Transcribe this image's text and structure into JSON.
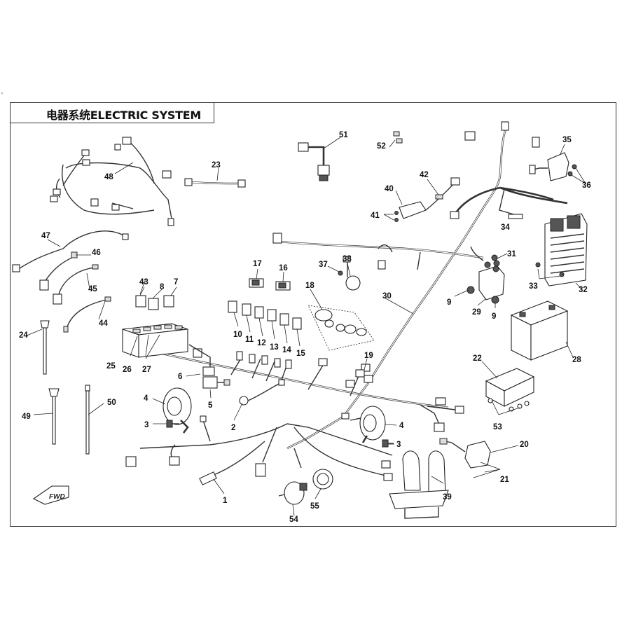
{
  "title": "电器系统ELECTRIC SYSTEM",
  "edge_tick": "'",
  "fwd_label": "FWD",
  "callouts": [
    {
      "id": "c1",
      "label": "1"
    },
    {
      "id": "c2",
      "label": "2"
    },
    {
      "id": "c3a",
      "label": "3"
    },
    {
      "id": "c3b",
      "label": "3"
    },
    {
      "id": "c4a",
      "label": "4"
    },
    {
      "id": "c4b",
      "label": "4"
    },
    {
      "id": "c5",
      "label": "5"
    },
    {
      "id": "c6",
      "label": "6"
    },
    {
      "id": "c7",
      "label": "7"
    },
    {
      "id": "c8",
      "label": "8"
    },
    {
      "id": "c9a",
      "label": "9"
    },
    {
      "id": "c9b",
      "label": "9"
    },
    {
      "id": "c10",
      "label": "10"
    },
    {
      "id": "c11",
      "label": "11"
    },
    {
      "id": "c12",
      "label": "12"
    },
    {
      "id": "c13",
      "label": "13"
    },
    {
      "id": "c14",
      "label": "14"
    },
    {
      "id": "c15",
      "label": "15"
    },
    {
      "id": "c16",
      "label": "16"
    },
    {
      "id": "c17",
      "label": "17"
    },
    {
      "id": "c18",
      "label": "18"
    },
    {
      "id": "c19",
      "label": "19"
    },
    {
      "id": "c20",
      "label": "20"
    },
    {
      "id": "c21",
      "label": "21"
    },
    {
      "id": "c22",
      "label": "22"
    },
    {
      "id": "c23",
      "label": "23"
    },
    {
      "id": "c24",
      "label": "24"
    },
    {
      "id": "c25",
      "label": "25"
    },
    {
      "id": "c26",
      "label": "26"
    },
    {
      "id": "c27",
      "label": "27"
    },
    {
      "id": "c28",
      "label": "28"
    },
    {
      "id": "c29",
      "label": "29"
    },
    {
      "id": "c30",
      "label": "30"
    },
    {
      "id": "c31",
      "label": "31"
    },
    {
      "id": "c32",
      "label": "32"
    },
    {
      "id": "c33",
      "label": "33"
    },
    {
      "id": "c34",
      "label": "34"
    },
    {
      "id": "c35",
      "label": "35"
    },
    {
      "id": "c36",
      "label": "36"
    },
    {
      "id": "c37",
      "label": "37"
    },
    {
      "id": "c38",
      "label": "38"
    },
    {
      "id": "c39",
      "label": "39"
    },
    {
      "id": "c40",
      "label": "40"
    },
    {
      "id": "c41",
      "label": "41"
    },
    {
      "id": "c42",
      "label": "42"
    },
    {
      "id": "c43",
      "label": "43"
    },
    {
      "id": "c44",
      "label": "44"
    },
    {
      "id": "c45",
      "label": "45"
    },
    {
      "id": "c46",
      "label": "46"
    },
    {
      "id": "c47",
      "label": "47"
    },
    {
      "id": "c48",
      "label": "48"
    },
    {
      "id": "c49",
      "label": "49"
    },
    {
      "id": "c50",
      "label": "50"
    },
    {
      "id": "c51",
      "label": "51"
    },
    {
      "id": "c52",
      "label": "52"
    },
    {
      "id": "c53",
      "label": "53"
    },
    {
      "id": "c54",
      "label": "54"
    },
    {
      "id": "c55",
      "label": "55"
    }
  ]
}
